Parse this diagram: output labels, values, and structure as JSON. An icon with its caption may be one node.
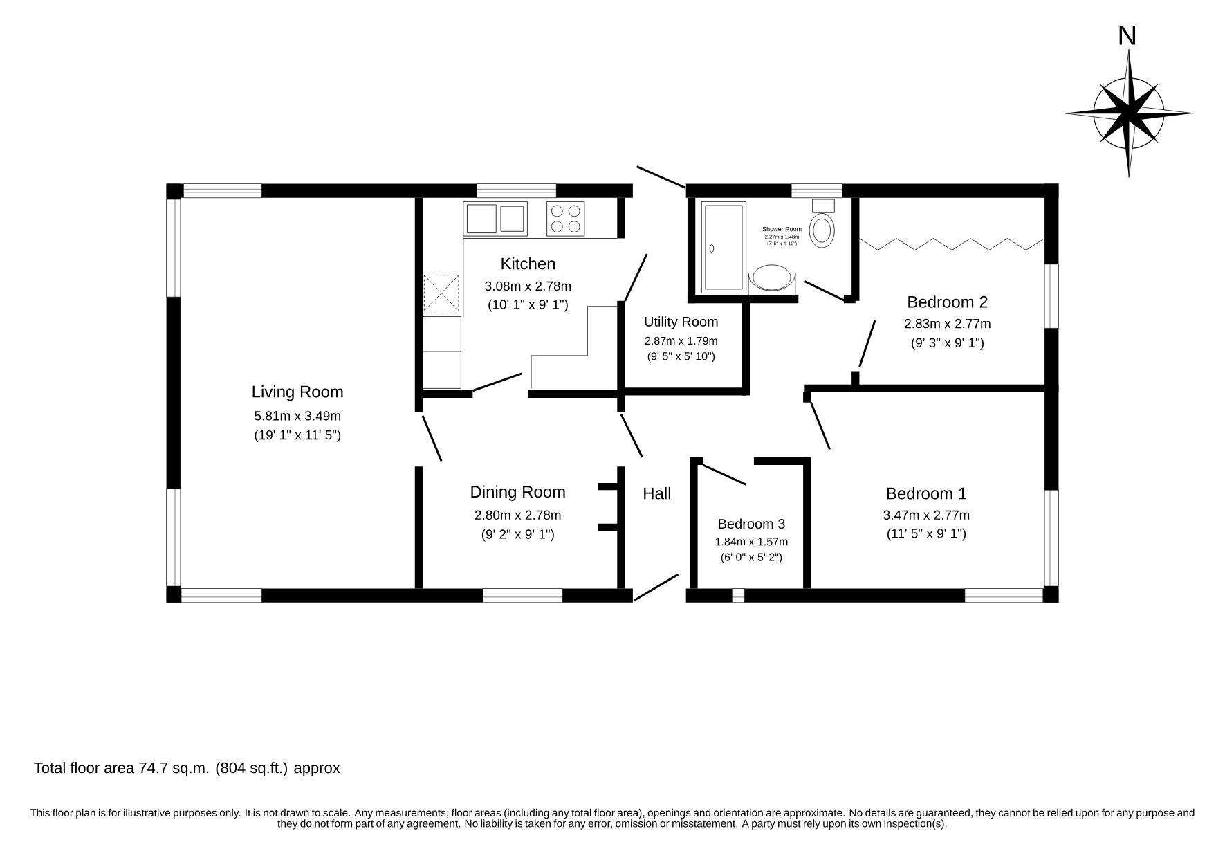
{
  "diagram": {
    "labels": [
      "N",
      "Kitchen",
      "3.08m x 2.78m",
      "(10' 1\" x 9' 1\")",
      "Shower Room",
      "2.27m x 1.48m",
      "(7' 5\" x 4' 10\")",
      "Bedroom 2",
      "2.83m x 2.77m",
      "(9' 3\" x 9' 1\")",
      "Utility Room",
      "2.87m x 1.79m",
      "(9' 5\" x 5' 10\")",
      "Living Room",
      "5.81m x 3.49m",
      "(19' 1\" x 11' 5\")",
      "Dining Room",
      "2.80m x 2.78m",
      "(9' 2\" x 9' 1\")",
      "Hall",
      "Bedroom 1",
      "3.47m x 2.77m",
      "(11' 5\" x 9' 1\")",
      "Bedroom 3",
      "1.84m x 1.57m",
      "(6' 0\" x 5' 2\")",
      "Total floor area 74.7 sq.m. (804 sq.ft.) approx",
      "This floor plan is for illustrative purposes only. It is not drawn to scale. Any measurements, floor areas (including any total floor area), openings and orientation are approximate. No details are guaranteed, they cannot be relied upon for any purpose and they do not form part of any agreement. No liability is taken for any error, omission or misstatement. A party must rely upon its own inspection(s)."
    ]
  }
}
